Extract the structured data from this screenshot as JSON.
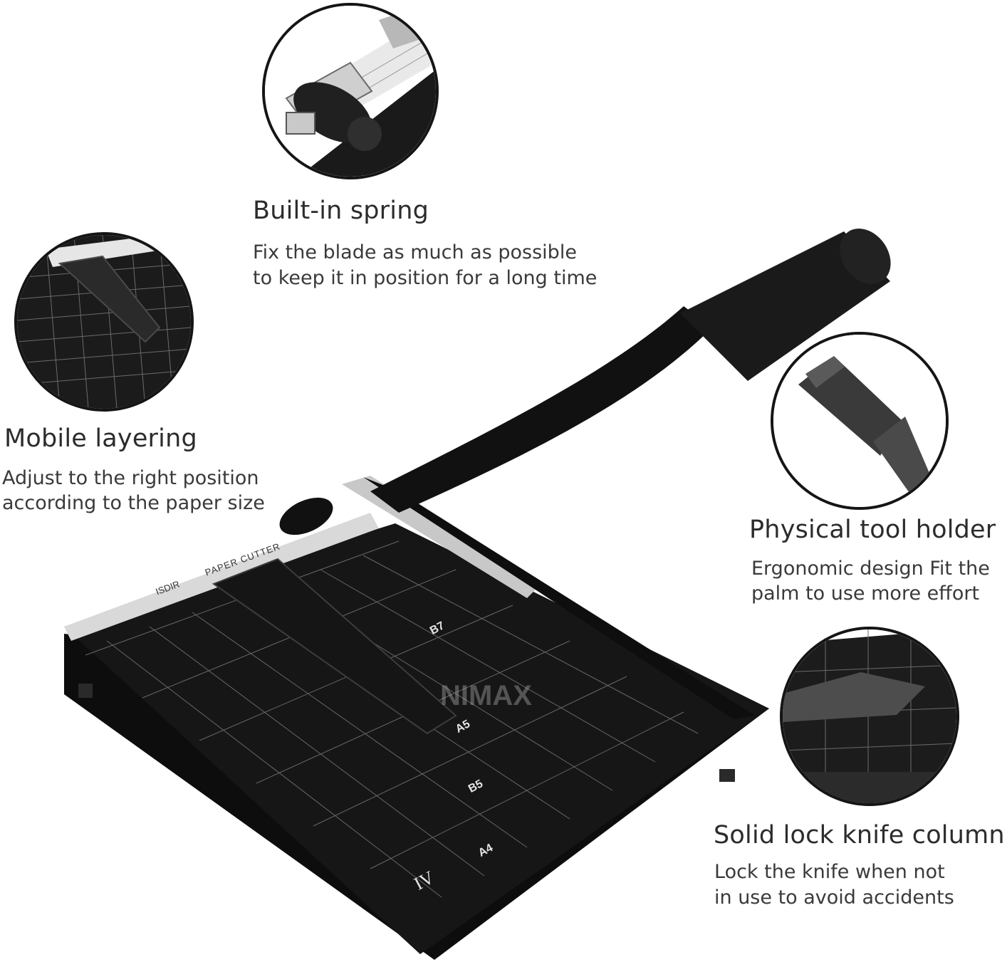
{
  "features": {
    "spring": {
      "title": "Built-in spring",
      "line1": "Fix the blade as much as possible",
      "line2": "to keep it in position for a long time"
    },
    "layering": {
      "title": "Mobile layering",
      "line1": "Adjust to the right position",
      "line2": "according to the paper size"
    },
    "holder": {
      "title": "Physical tool holder",
      "line1": "Ergonomic design  Fit the",
      "line2": "palm to use more effort"
    },
    "lock": {
      "title": "Solid lock knife column",
      "line1": "Lock the knife when not",
      "line2": "in use to avoid accidents"
    }
  },
  "product": {
    "brand": "ISDIR",
    "label": "PAPER CUTTER",
    "roman": "IV",
    "sizes": [
      "B7",
      "A5",
      "B5",
      "A4"
    ],
    "watermark": "NIMAX"
  },
  "colors": {
    "body": "#141414",
    "grid": "#bdbdbd",
    "metal": "#d9d9d9",
    "text": "#2c2c2c"
  }
}
